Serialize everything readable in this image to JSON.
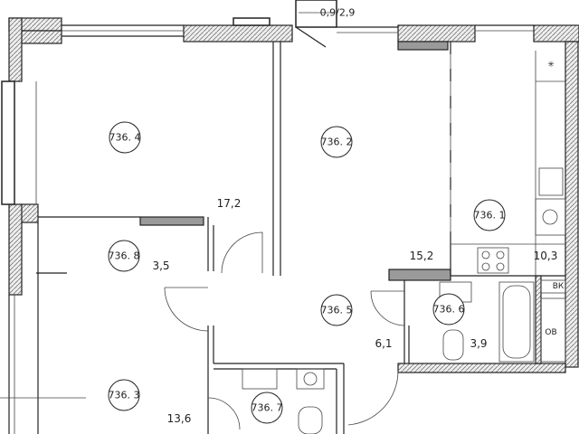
{
  "plan": {
    "balcony_label": "0,9/2,9",
    "rooms": [
      {
        "id": "736. 4",
        "area": "17,2"
      },
      {
        "id": "736. 2",
        "area": "15,2"
      },
      {
        "id": "736. 1",
        "area": "10,3"
      },
      {
        "id": "736. 8",
        "area": "3,5"
      },
      {
        "id": "736. 5",
        "area": "6,1"
      },
      {
        "id": "736. 6",
        "area": "3,9"
      },
      {
        "id": "736. 3",
        "area": "13,6"
      },
      {
        "id": "736. 7",
        "area": ""
      }
    ],
    "shaft_labels": {
      "vk": "ВК",
      "ov": "ОВ"
    }
  }
}
